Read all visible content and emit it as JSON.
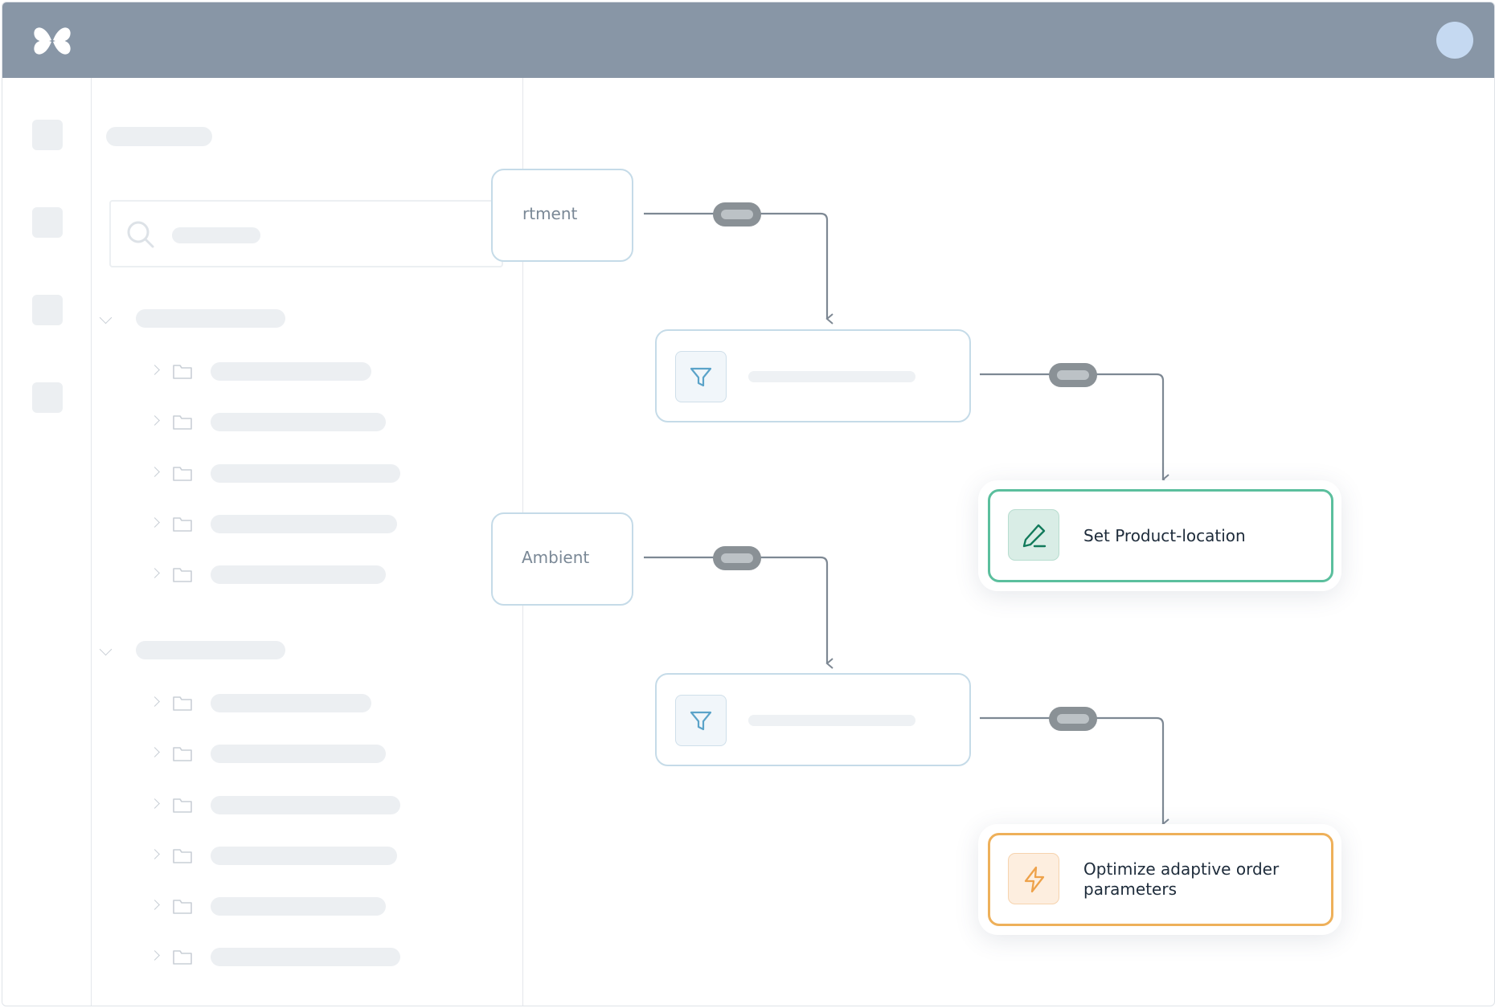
{
  "app": {
    "logo_icon": "butterfly-logo-icon",
    "header_color": "#8896a6",
    "avatar_color": "#c5d9f1"
  },
  "flow": {
    "source_nodes": [
      {
        "label": "rtment"
      },
      {
        "label": "Ambient"
      }
    ],
    "filter_nodes": [
      {
        "icon": "filter-icon"
      },
      {
        "icon": "filter-icon"
      }
    ],
    "actions": [
      {
        "label": "Set Product-location",
        "icon": "pencil-icon",
        "accent": "#5bbf9d"
      },
      {
        "label": "Optimize adaptive order parameters",
        "icon": "lightning-icon",
        "accent": "#eeb05a"
      }
    ]
  }
}
